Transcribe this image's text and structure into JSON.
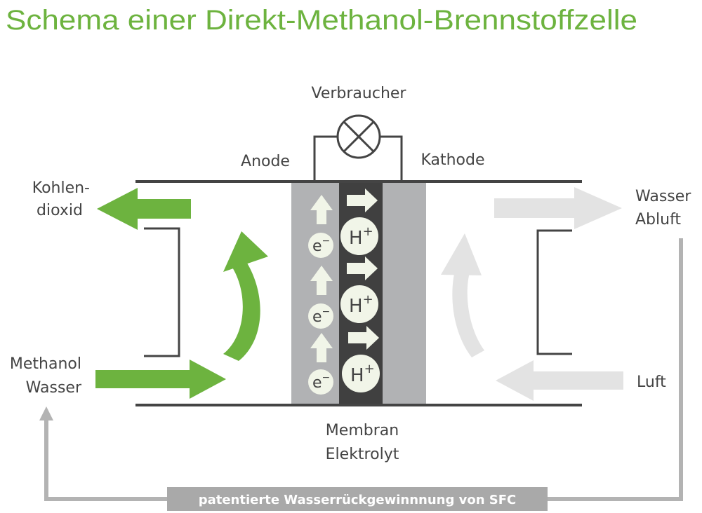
{
  "title": "Schema einer Direkt-Methanol-Brennstoffzelle",
  "labels": {
    "consumer": "Verbraucher",
    "anode": "Anode",
    "cathode": "Kathode",
    "co2_line1": "Kohlen-",
    "co2_line2": "dioxid",
    "fuel_line1": "Methanol",
    "fuel_line2": "Wasser",
    "exhaust_line1": "Wasser",
    "exhaust_line2": "Abluft",
    "air": "Luft",
    "membrane_line1": "Membran",
    "membrane_line2": "Elektrolyt",
    "recovery": "patentierte Wasserrückgewinnnung von SFC"
  },
  "ions": {
    "electron": "e",
    "electron_sup": "−",
    "proton": "H",
    "proton_sup": "+"
  },
  "colors": {
    "green": "#6db33f",
    "light_gray_arrow": "#e3e3e3",
    "electrode": "#b1b2b4",
    "membrane": "#404040",
    "ion_fill": "#f1f5e8",
    "recirc": "#b3b3b3"
  }
}
